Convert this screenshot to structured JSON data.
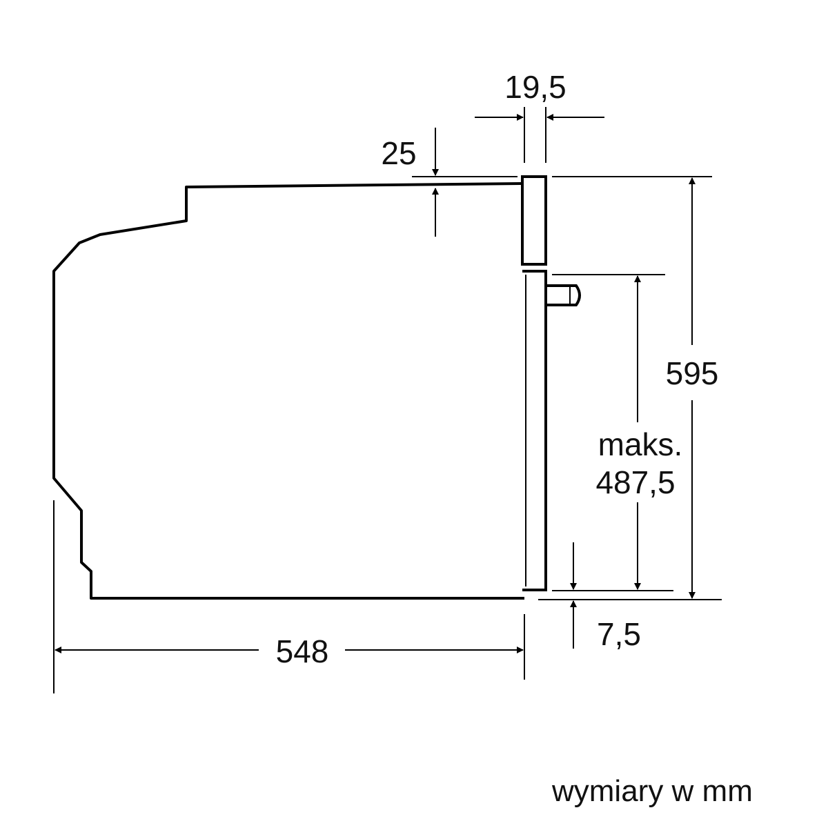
{
  "diagram": {
    "dimensions": {
      "front_thickness": "19,5",
      "top_gap": "25",
      "total_height": "595",
      "max_label": "maks.",
      "max_height": "487,5",
      "bottom_gap": "7,5",
      "depth": "548"
    },
    "note": "wymiary w mm",
    "line_color": "#000000"
  }
}
